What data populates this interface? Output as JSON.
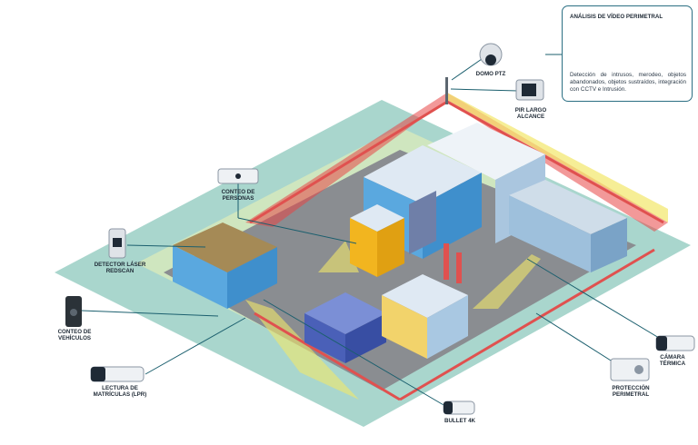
{
  "callout": {
    "title": "ANÁLISIS DE VÍDEO PERIMETRAL",
    "text": "Detección de intrusos, merodeo, objetos abandonados, objetos sustraídos, integración con CCTV e Intrusión."
  },
  "labels": {
    "domo_ptz": "DOMO PTZ",
    "pir": "PIR LARGO\nALCANCE",
    "conteo_personas": "CONTEO DE\nPERSONAS",
    "detector_laser": "DETECTOR LÁSER\nREDSCAN",
    "conteo_vehiculos": "CONTEO DE\nVEHÍCULOS",
    "lpr": "LECTURA DE\nMATRÍCULAS (LPR)",
    "bullet": "BULLET 4K",
    "proteccion": "PROTECCIÓN\nPERIMETRAL",
    "camara_termica": "CÁMARA\nTÉRMICA"
  },
  "colors": {
    "ground_outer": "#a9d6cd",
    "ground_inner": "#cfe6bf",
    "pavement": "#8a8d91",
    "fence": "#e0514f",
    "detection_red": "#e84545",
    "detection_yellow": "#f2e76a",
    "building_blue": "#5aa8df",
    "building_light": "#dfe9f3",
    "building_yellow": "#f2b51f",
    "callout_border": "#2b6f83",
    "leader_line": "#1b5f6e"
  }
}
